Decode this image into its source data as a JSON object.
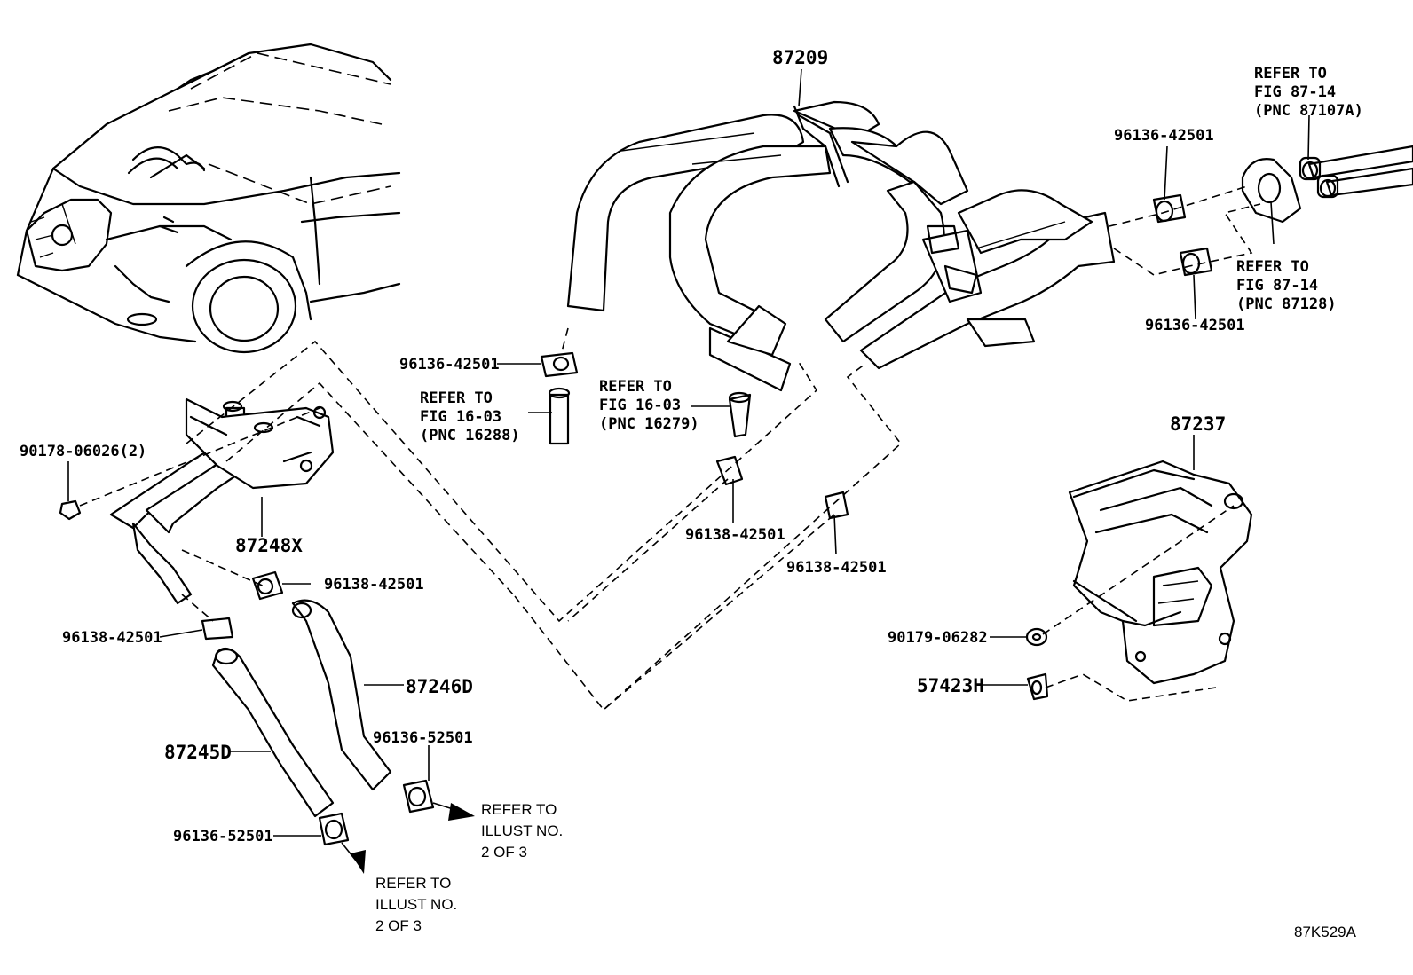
{
  "figure_code": "87K529A",
  "parts": {
    "p87209": "87209",
    "p87248x": "87248X",
    "p87246d": "87246D",
    "p87245d": "87245D",
    "p87237": "87237",
    "p90178": "90178-06026(2)",
    "p90179": "90179-06282",
    "p57423h": "57423H",
    "clip_96136_42501_a": "96136-42501",
    "clip_96136_42501_b": "96136-42501",
    "clip_96136_42501_c": "96136-42501",
    "clip_96138_42501_a": "96138-42501",
    "clip_96138_42501_b": "96138-42501",
    "clip_96138_42501_c": "96138-42501",
    "clip_96138_42501_d": "96138-42501",
    "clip_96136_52501_a": "96136-52501",
    "clip_96136_52501_b": "96136-52501"
  },
  "references": {
    "fig16_16288": [
      "REFER TO",
      "FIG 16-03",
      "(PNC 16288)"
    ],
    "fig16_16279": [
      "REFER TO",
      "FIG 16-03",
      "(PNC 16279)"
    ],
    "fig87_87107a": [
      "REFER TO",
      "FIG 87-14",
      "(PNC 87107A)"
    ],
    "fig87_87128": [
      "REFER TO",
      "FIG 87-14",
      "(PNC 87128)"
    ],
    "illust_right": [
      "REFER TO",
      "ILLUST NO.",
      "2 OF 3"
    ],
    "illust_bottom": [
      "REFER TO",
      "ILLUST NO.",
      "2 OF 3"
    ]
  }
}
